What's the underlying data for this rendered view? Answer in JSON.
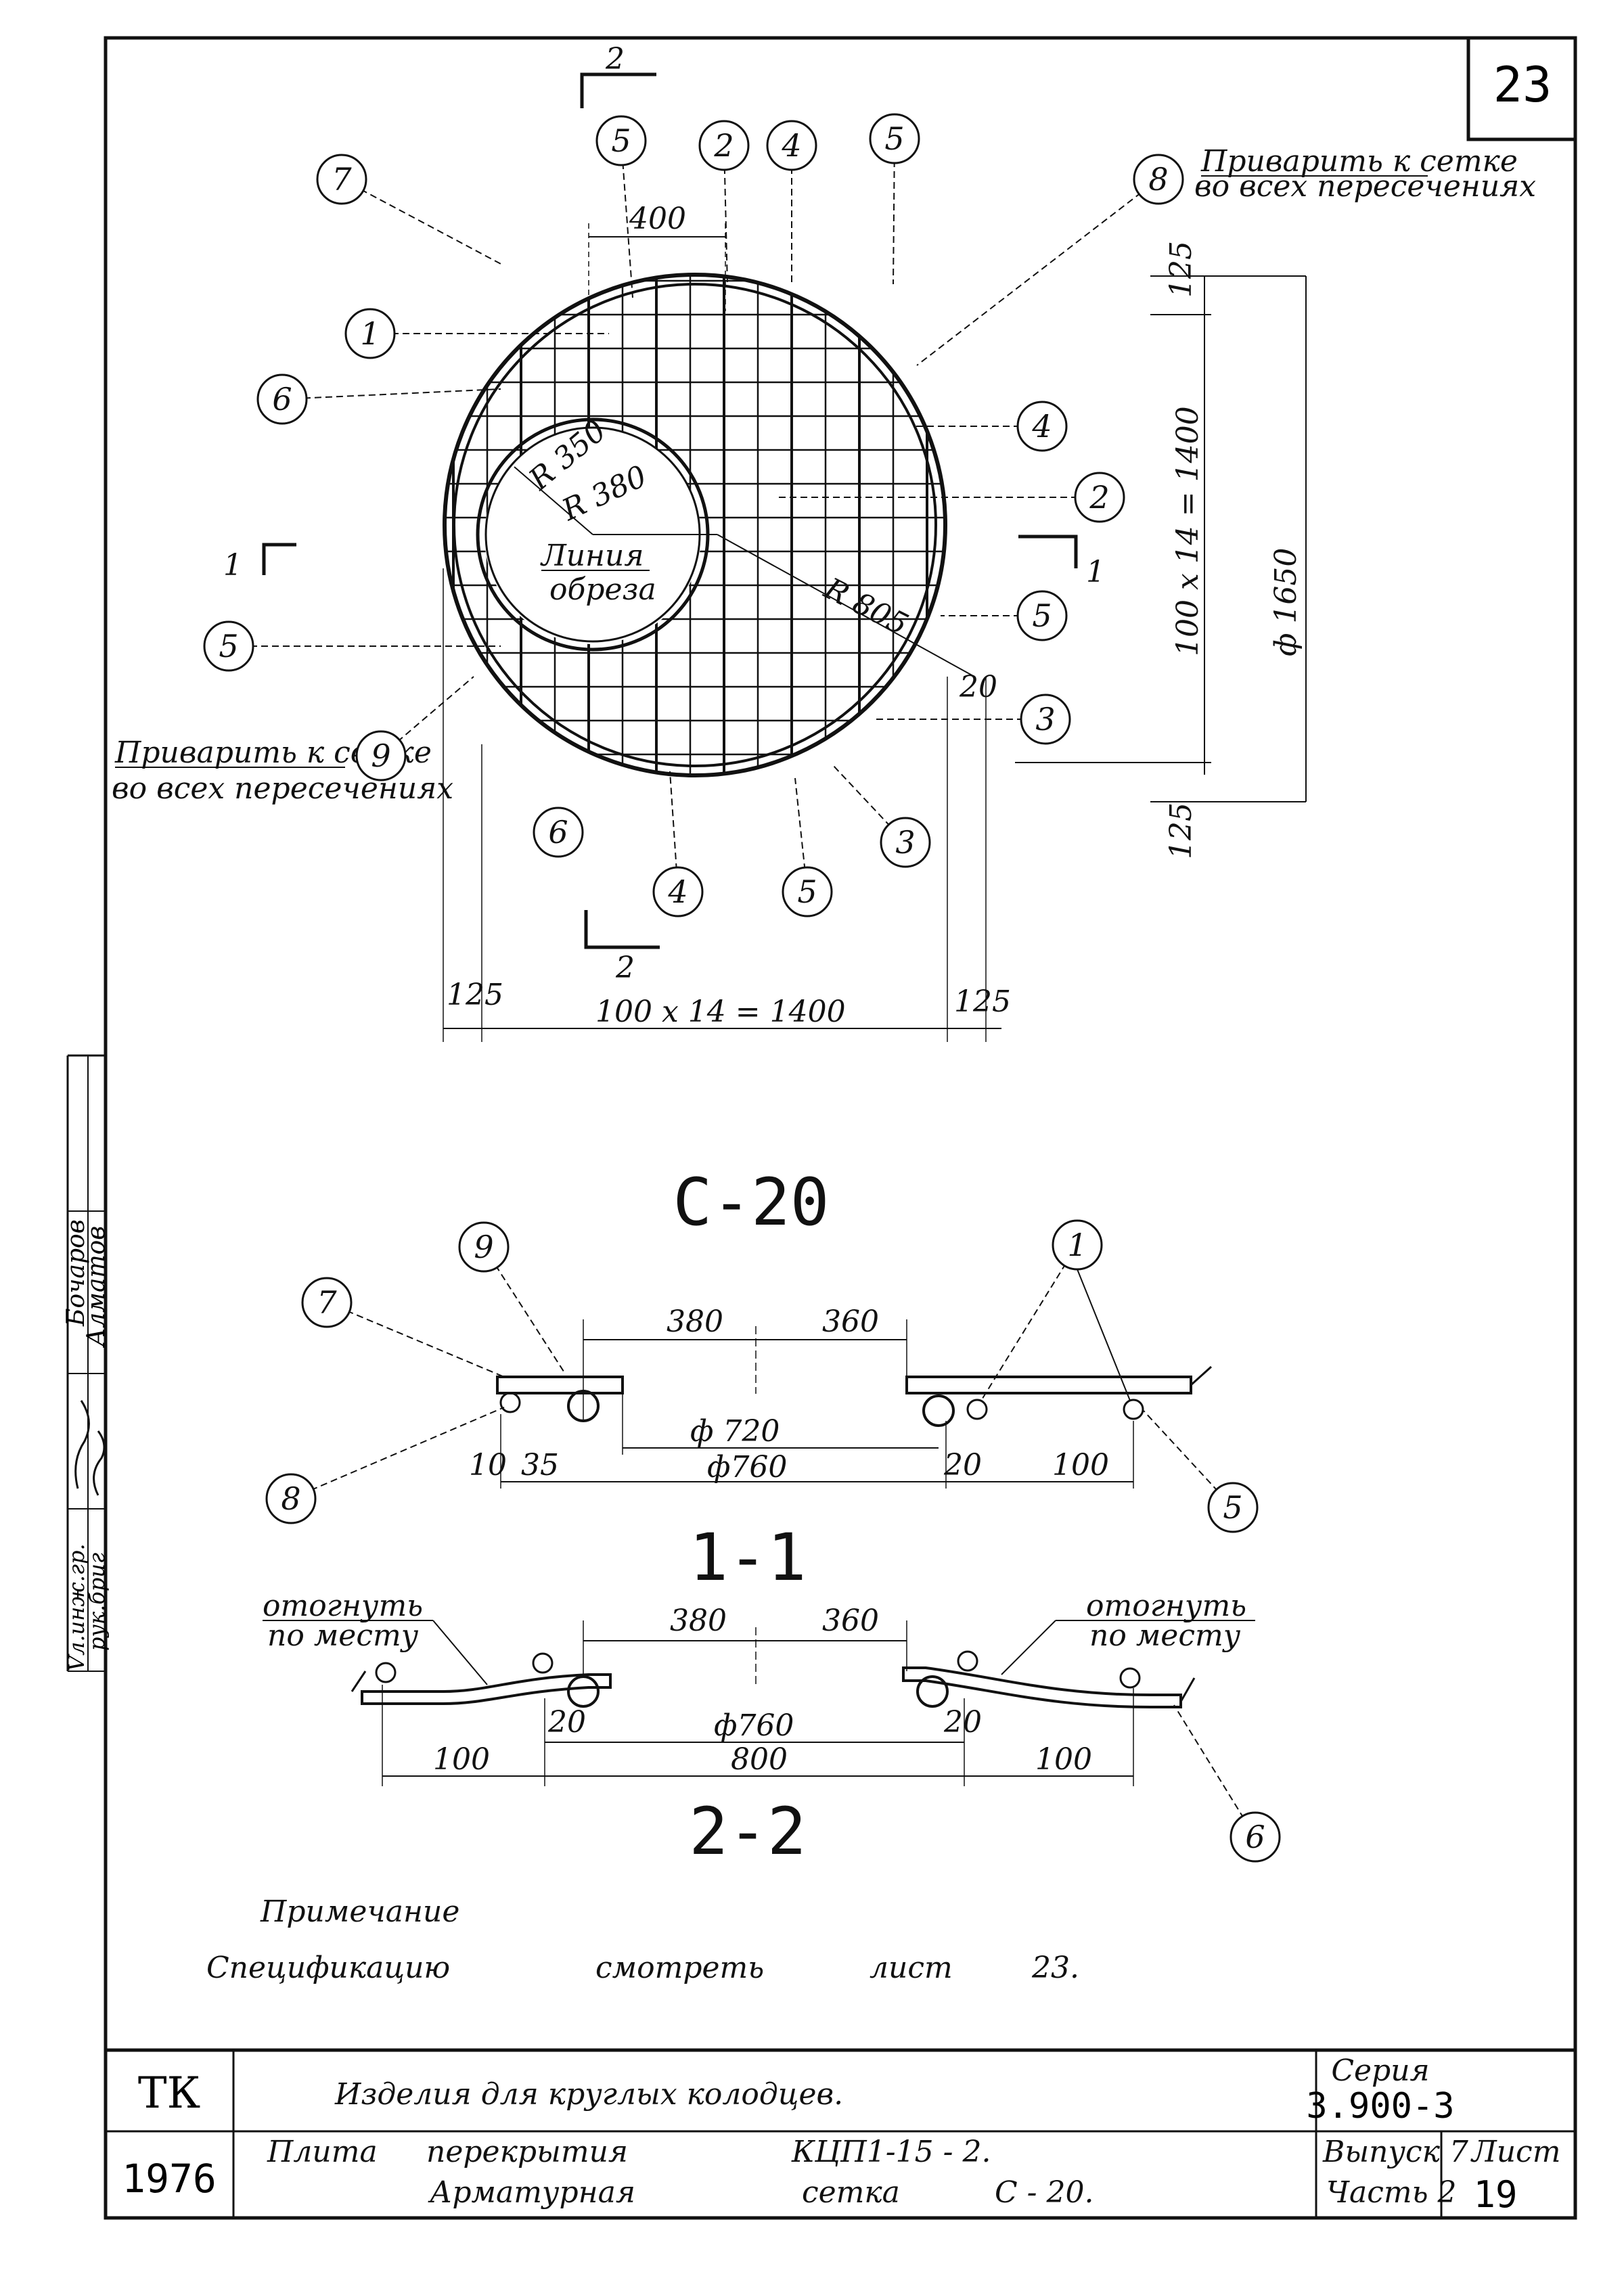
{
  "sheet": {
    "corner_number": "23"
  },
  "plan": {
    "section_marks": {
      "top": "2",
      "bottom": "2",
      "left": "1",
      "right": "1"
    },
    "weld_note_top": [
      "Приварить к сетке",
      "во всех пересечениях"
    ],
    "weld_note_left": [
      "Приварить к сетке",
      "во всех пересечениях"
    ],
    "cut_line_label": [
      "Линия",
      "обреза"
    ],
    "dims": {
      "top_spacing": "400",
      "right_edge_top": "125",
      "right_edge_bottom": "125",
      "vertical_grid": "100 x 14 = 1400",
      "diameter": "ф 1650",
      "bottom_left": "125",
      "bottom_grid": "100 x 14 = 1400",
      "bottom_right": "125",
      "r350": "R 350",
      "r380": "R 380",
      "r805": "R 805",
      "offset20": "20"
    },
    "callouts": {
      "c7": "7",
      "c5a": "5",
      "c2": "2",
      "c4a": "4",
      "c5b": "5",
      "c8": "8",
      "c1": "1",
      "c6a": "6",
      "c4b": "4",
      "c2b": "2",
      "c5c": "5",
      "c3a": "3",
      "c5d": "5",
      "c9": "9",
      "c6b": "6",
      "c4c": "4",
      "c5e": "5",
      "c3b": "3"
    }
  },
  "mark_title": "С-20",
  "section11": {
    "title": "1-1",
    "dims": {
      "a": "380",
      "b": "360",
      "d720": "ф 720",
      "d760": "ф760",
      "d10": "10",
      "d35": "35",
      "d20": "20",
      "d100": "100"
    },
    "callouts": {
      "c9": "9",
      "c7": "7",
      "c8": "8",
      "c1": "1",
      "c5": "5"
    }
  },
  "section22": {
    "title": "2-2",
    "note_left": [
      "отогнуть",
      "по месту"
    ],
    "note_right": [
      "отогнуть",
      "по месту"
    ],
    "dims": {
      "a": "380",
      "b": "360",
      "d760": "ф760",
      "d20l": "20",
      "d20r": "20",
      "d100l": "100",
      "d800": "800",
      "d100r": "100"
    },
    "callouts": {
      "c6": "6"
    }
  },
  "note": {
    "heading": "Примечание",
    "words": [
      "Спецификацию",
      "смотреть",
      "лист",
      "23."
    ]
  },
  "side_stamp": {
    "role1": "Бочаров",
    "role2": "Алматов",
    "row3": "Vл.инж.гр.",
    "row4": "рук.бриг"
  },
  "title_block": {
    "org": "ТК",
    "year": "1976",
    "title": "Изделия для круглых колодцев.",
    "series_label": "Серия",
    "series": "3.900-3",
    "item_line1_a": "Плита",
    "item_line1_b": "перекрытия",
    "item_line1_c": "КЦП1-15 - 2.",
    "item_line2_a": "Арматурная",
    "item_line2_b": "сетка",
    "item_line2_c": "С - 20.",
    "issue_label": "Выпуск 7",
    "part_label": "Часть 2",
    "sheet_label": "Лист",
    "sheet_no": "19"
  }
}
